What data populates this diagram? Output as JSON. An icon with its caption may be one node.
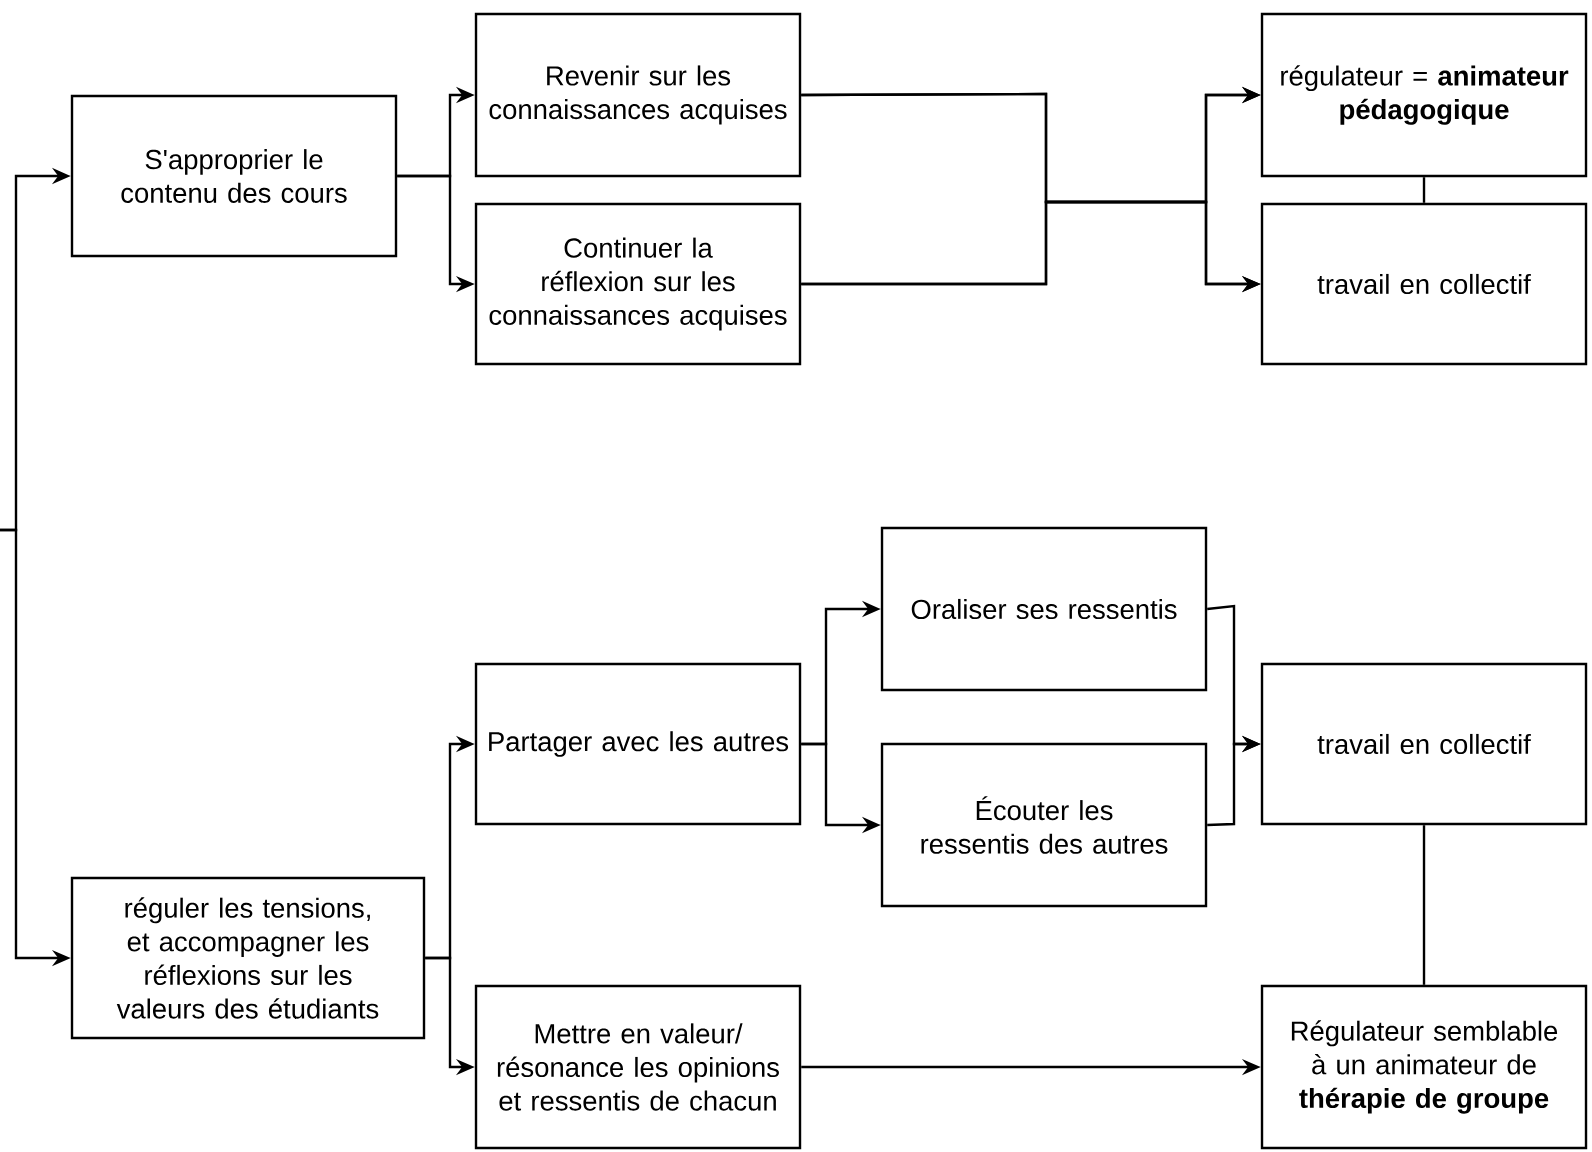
{
  "diagram": {
    "nodes": [
      {
        "text": [
          "S'approprier le contenu des cours"
        ]
      },
      {
        "text": [
          "Revenir sur les connaissances acquises"
        ]
      },
      {
        "text": [
          "Continuer la réflexion sur les connaissances acquises"
        ]
      },
      {
        "text": [
          "régulateur = **animateur pédagogique**"
        ]
      },
      {
        "text": [
          "travail en collectif"
        ]
      },
      {
        "text": [
          "réguler les tensions, et accompagner les réflexions sur les valeurs des étudiants"
        ]
      },
      {
        "text": [
          "Partager avec les autres"
        ]
      },
      {
        "text": [
          "Mettre en valeur/ résonance les opinions et ressentis de chacun"
        ]
      },
      {
        "text": [
          "Oraliser ses ressentis"
        ]
      },
      {
        "text": [
          "Écouter les ressentis des autres"
        ]
      },
      {
        "text": [
          "travail en collectif"
        ]
      },
      {
        "text": [
          "Régulateur semblable à un animateur de **thérapie de groupe**"
        ]
      }
    ],
    "edges": [
      {
        "from": null,
        "to": 0,
        "arrow": "to"
      },
      {
        "from": null,
        "to": 5,
        "arrow": "to"
      },
      {
        "from": 0,
        "to": 1,
        "arrow": "to"
      },
      {
        "from": 0,
        "to": 2,
        "arrow": "to"
      },
      {
        "from": 1,
        "to": 3,
        "arrow": "to"
      },
      {
        "from": 1,
        "to": 4,
        "arrow": "to"
      },
      {
        "from": 2,
        "to": 3,
        "arrow": "to"
      },
      {
        "from": 2,
        "to": 4,
        "arrow": "to"
      },
      {
        "from": 3,
        "to": 4,
        "arrow": "none"
      },
      {
        "from": 5,
        "to": 6,
        "arrow": "to"
      },
      {
        "from": 5,
        "to": 7,
        "arrow": "to"
      },
      {
        "from": 6,
        "to": 8,
        "arrow": "to"
      },
      {
        "from": 6,
        "to": 9,
        "arrow": "to"
      },
      {
        "from": 8,
        "to": 10,
        "arrow": "to"
      },
      {
        "from": 9,
        "to": 10,
        "arrow": "to"
      },
      {
        "from": 10,
        "to": 11,
        "arrow": "none"
      },
      {
        "from": 7,
        "to": 11,
        "arrow": "to"
      }
    ]
  }
}
